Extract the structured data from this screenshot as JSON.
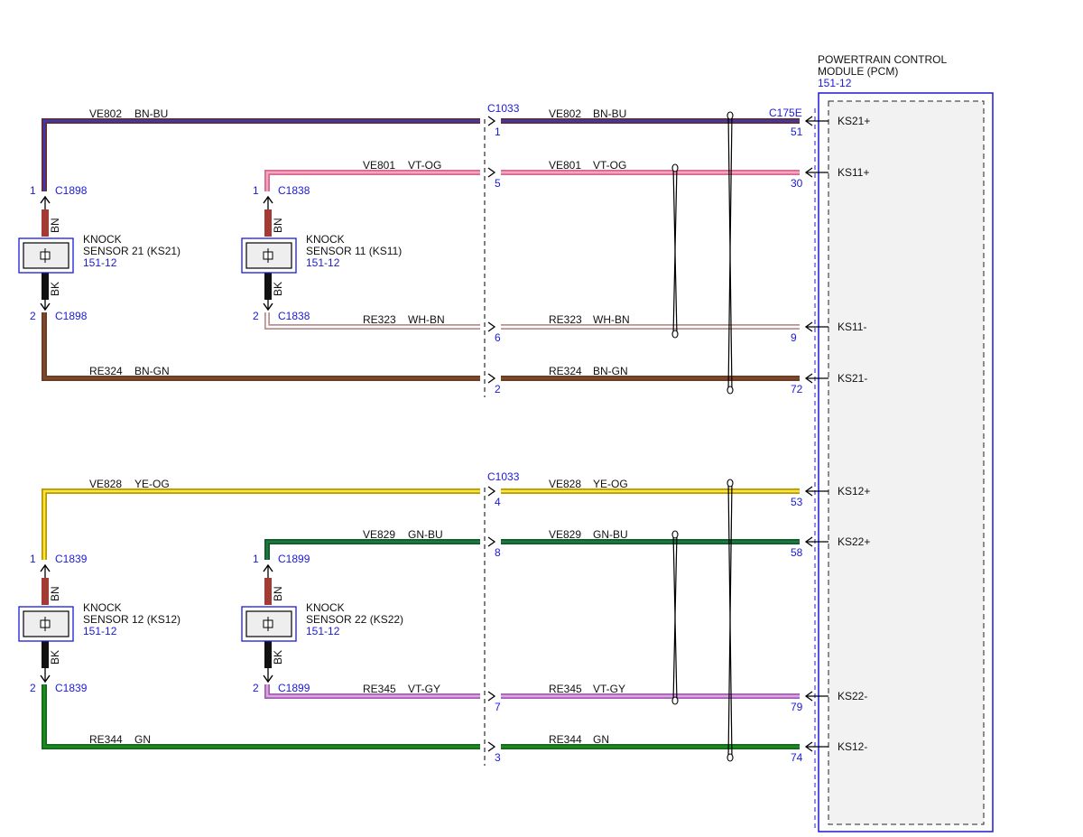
{
  "pcm": {
    "title_line1": "POWERTRAIN CONTROL",
    "title_line2": "MODULE (PCM)",
    "ref": "151-12"
  },
  "connectors": {
    "inline": "C1033",
    "pcm": "C175E"
  },
  "sensors": [
    {
      "id": "ks21",
      "name1": "KNOCK",
      "name2": "SENSOR 21 (KS21)",
      "ref": "151-12",
      "conn": "C1898",
      "pin_top": "1",
      "pin_bottom": "2",
      "wire_top": "BN",
      "wire_bottom": "BK"
    },
    {
      "id": "ks11",
      "name1": "KNOCK",
      "name2": "SENSOR 11 (KS11)",
      "ref": "151-12",
      "conn": "C1838",
      "pin_top": "1",
      "pin_bottom": "2",
      "wire_top": "BN",
      "wire_bottom": "BK"
    },
    {
      "id": "ks12",
      "name1": "KNOCK",
      "name2": "SENSOR 12 (KS12)",
      "ref": "151-12",
      "conn": "C1839",
      "pin_top": "1",
      "pin_bottom": "2",
      "wire_top": "BN",
      "wire_bottom": "BK"
    },
    {
      "id": "ks22",
      "name1": "KNOCK",
      "name2": "SENSOR 22 (KS22)",
      "ref": "151-12",
      "conn": "C1899",
      "pin_top": "1",
      "pin_bottom": "2",
      "wire_top": "BN",
      "wire_bottom": "BK"
    }
  ],
  "circuits": [
    {
      "circuit": "VE802",
      "color_code": "BN-BU",
      "c1033_pin": "1",
      "pcm_pin": "51",
      "signal": "KS21+",
      "stroke": "#6a2a2a",
      "core": "#3a3ab8"
    },
    {
      "circuit": "VE801",
      "color_code": "VT-OG",
      "c1033_pin": "5",
      "pcm_pin": "30",
      "signal": "KS11+",
      "stroke": "#d9678f",
      "core": "#f3a6bf"
    },
    {
      "circuit": "RE323",
      "color_code": "WH-BN",
      "c1033_pin": "6",
      "pcm_pin": "9",
      "signal": "KS11-",
      "stroke": "#b89090",
      "core": "#ffffff"
    },
    {
      "circuit": "RE324",
      "color_code": "BN-GN",
      "c1033_pin": "2",
      "pcm_pin": "72",
      "signal": "KS21-",
      "stroke": "#6b3a22",
      "core": "#7a4a2e"
    },
    {
      "circuit": "VE828",
      "color_code": "YE-OG",
      "c1033_pin": "4",
      "pcm_pin": "53",
      "signal": "KS12+",
      "stroke": "#b39a00",
      "core": "#ffe23a"
    },
    {
      "circuit": "VE829",
      "color_code": "GN-BU",
      "c1033_pin": "8",
      "pcm_pin": "58",
      "signal": "KS22+",
      "stroke": "#0d5a2e",
      "core": "#1f7a3c"
    },
    {
      "circuit": "RE345",
      "color_code": "VT-GY",
      "c1033_pin": "7",
      "pcm_pin": "79",
      "signal": "KS22-",
      "stroke": "#a35fb0",
      "core": "#dca6e3"
    },
    {
      "circuit": "RE344",
      "color_code": "GN",
      "c1033_pin": "3",
      "pcm_pin": "74",
      "signal": "KS12-",
      "stroke": "#136a18",
      "core": "#1e8a24"
    }
  ],
  "colors": {
    "connector_blue": "#1a1ad6",
    "pcm_fill": "#f2f2f2",
    "wire_bn": "#a33a33",
    "wire_bk": "#111111"
  }
}
